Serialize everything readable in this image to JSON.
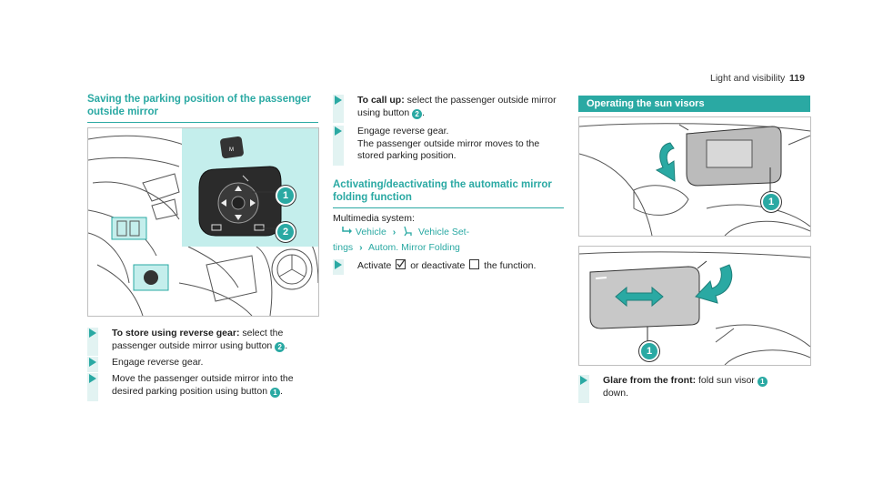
{
  "header": {
    "section": "Light and visibility",
    "page_number": "119"
  },
  "left": {
    "heading_line1": "Saving the parking position of the passenger",
    "heading_line2": "outside mirror",
    "figure_callouts": [
      "1",
      "2"
    ],
    "steps": [
      {
        "bold": "To store using reverse gear:",
        "text": " select the passenger outside mirror using button ",
        "ref": "2",
        "tail": "."
      },
      {
        "text": "Engage reverse gear."
      },
      {
        "text": "Move the passenger outside mirror into the desired parking position using button ",
        "ref": "1",
        "tail": "."
      }
    ]
  },
  "middle": {
    "callup": {
      "bold": "To call up:",
      "text": " select the passenger outside mirror using button ",
      "ref": "2",
      "tail": "."
    },
    "engage": {
      "line1": "Engage reverse gear.",
      "line2": "The passenger outside mirror moves to the",
      "line3": "stored parking position."
    },
    "heading_line1": "Activating/deactivating the automatic mirror",
    "heading_line2": "folding function",
    "multimedia_label": "Multimedia system:",
    "path": {
      "vehicle": "Vehicle",
      "vehicle_setup_1": "Vehicle Set-",
      "vehicle_setup_2": "tings",
      "mirror_folding": "Autom. Mirror Folding"
    },
    "activate": {
      "part1": "Activate ",
      "part2": " or deactivate ",
      "part3": " the function."
    }
  },
  "right": {
    "box_title": "Operating the sun visors",
    "figure1_callout": "1",
    "figure2_callout": "1",
    "glare": {
      "bold": "Glare from the front:",
      "text": " fold sun visor ",
      "ref": "1",
      "tail": "",
      "line2": "down."
    }
  },
  "colors": {
    "accent": "#2aa9a3",
    "light_accent": "#c4eeec",
    "bullet_bg": "#e2f3f2"
  }
}
